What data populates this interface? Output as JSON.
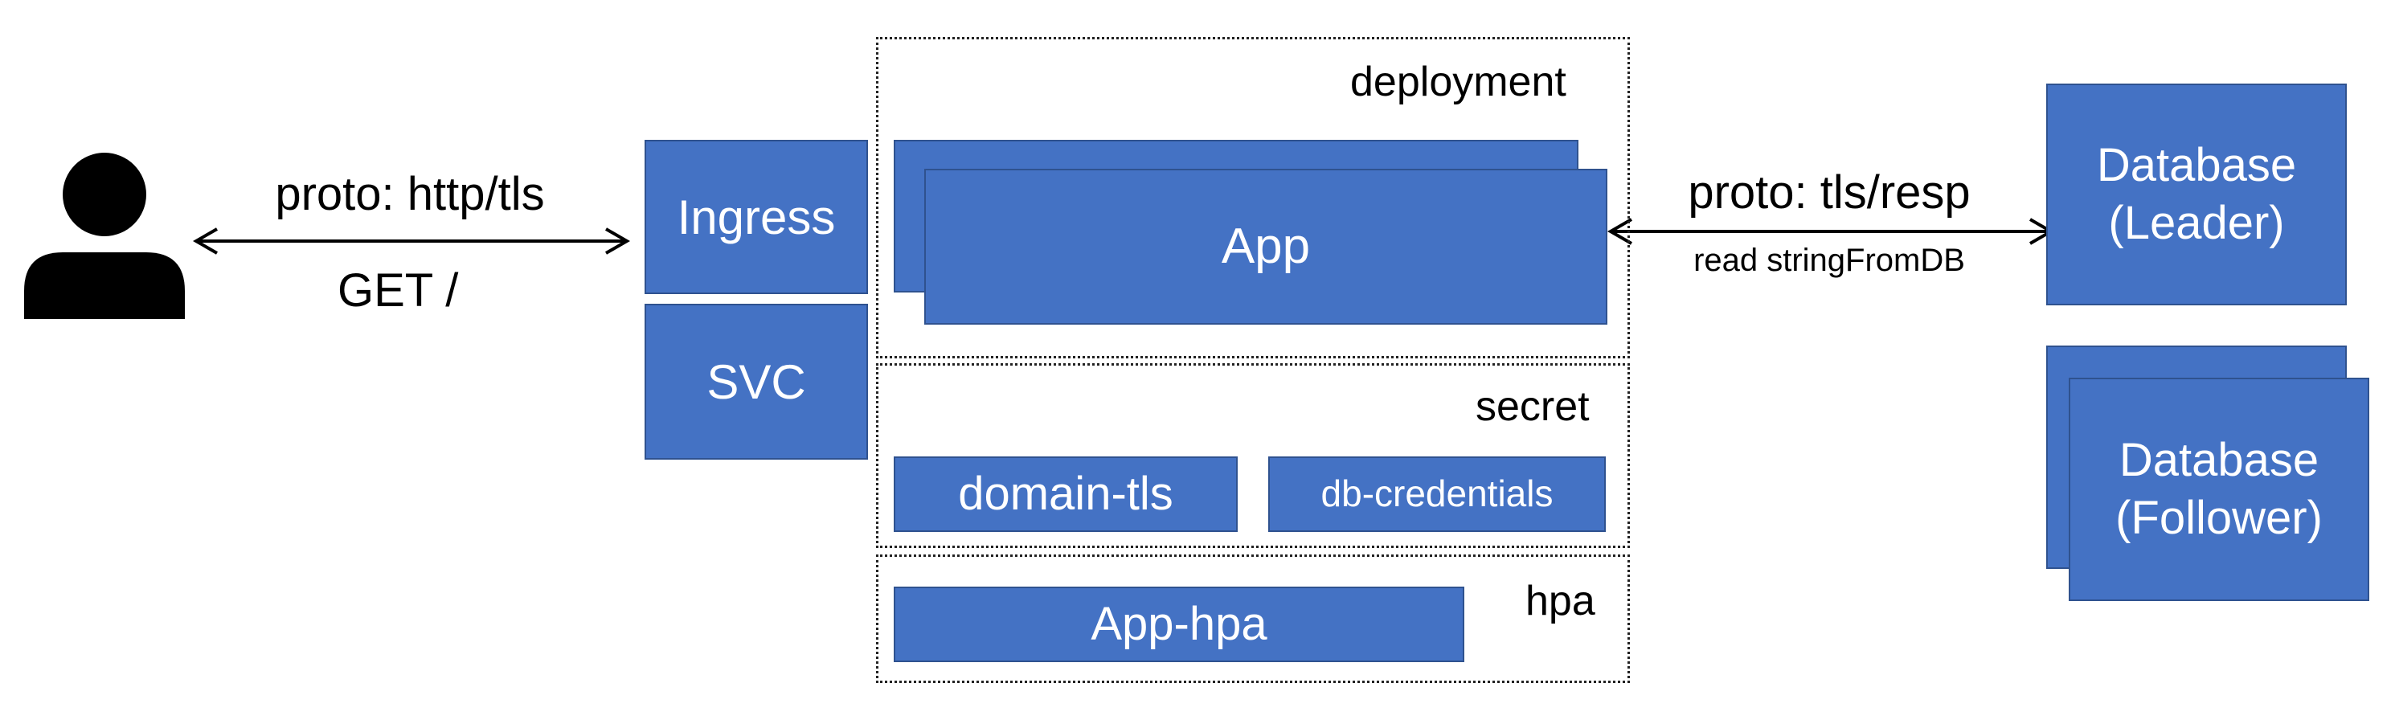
{
  "ingress": "Ingress",
  "svc": "SVC",
  "app": "App",
  "deployment": "deployment",
  "secret": "secret",
  "domain_tls": "domain-tls",
  "db_credentials": "db-credentials",
  "hpa": "hpa",
  "app_hpa": "App-hpa",
  "client_proto": "proto: http/tls",
  "client_request": "GET /",
  "db_proto": "proto: tls/resp",
  "db_request": "read stringFromDB",
  "db_leader": "Database\n(Leader)",
  "db_follower": "Database\n(Follower)",
  "colors": {
    "box_fill": "#4472c4",
    "box_border": "#2f528f",
    "text_dark": "#000000"
  },
  "icons": {
    "user": "user-icon"
  }
}
